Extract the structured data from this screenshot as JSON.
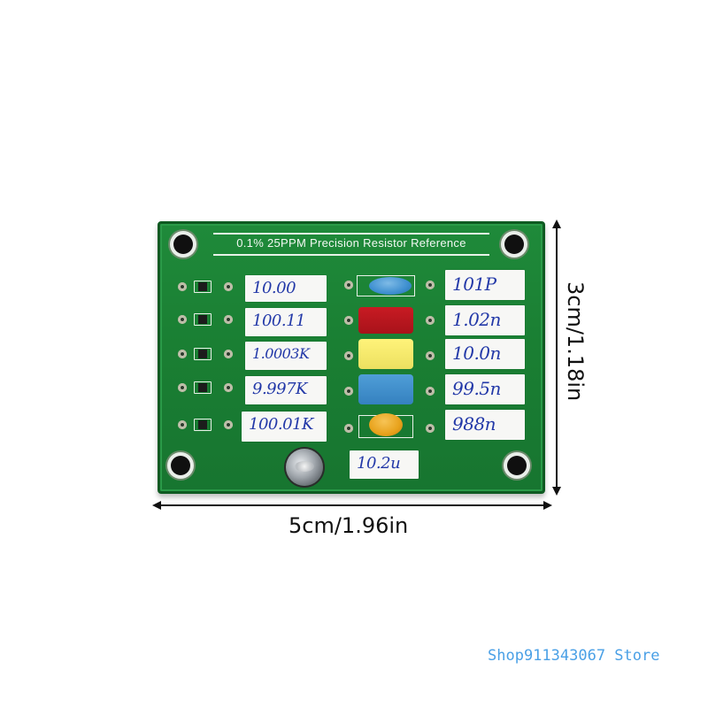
{
  "board": {
    "title": "0.1% 25PPM Precision Resistor Reference",
    "resistor_labels": [
      "10.00",
      "100.11",
      "1.0003K",
      "9.997K",
      "100.01K"
    ],
    "capacitor_labels": [
      "101P",
      "1.02n",
      "10.0n",
      "99.5n",
      "988n"
    ],
    "electrolytic_label": "10.2u"
  },
  "dimensions": {
    "width": "5cm/1.96in",
    "height": "3cm/1.18in"
  },
  "watermark": "Shop911343067 Store",
  "colors": {
    "pcb_green": "#1a7f33",
    "ink_blue": "#2238a8",
    "cap_blue": "#3e8fd0",
    "cap_red": "#b3141b",
    "cap_yellow": "#f2e66a",
    "cap_orange": "#e8a21c",
    "watermark_blue": "#4aa0e6"
  }
}
